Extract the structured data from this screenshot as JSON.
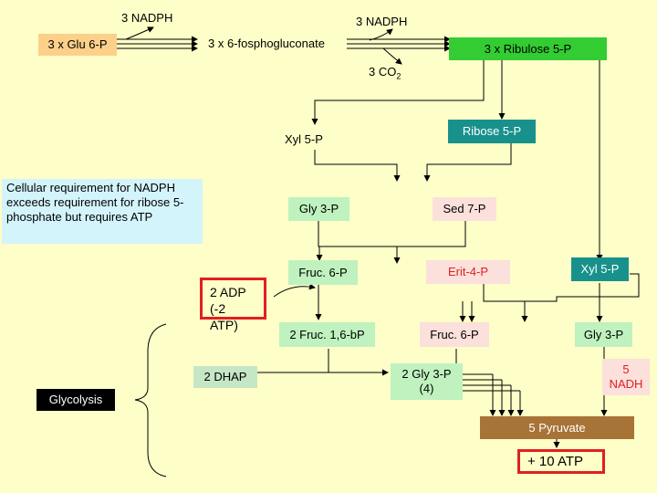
{
  "top": {
    "nadph_left": "3 NADPH",
    "nadph_right": "3 NADPH",
    "glu6p": "3 x Glu 6-P",
    "phosphogluconate": "3 x 6-fosphogluconate",
    "ribulose": "3 x Ribulose  5-P",
    "co2": "3 CO",
    "co2_sub": "2"
  },
  "middle": {
    "xyl5p_left": "Xyl  5-P",
    "ribose5p": "Ribose  5-P",
    "gly3p_left": "Gly 3-P",
    "sed7p": "Sed 7-P",
    "fruc6p_left": "Fruc. 6-P",
    "erit4p": "Erit-4-P",
    "xyl5p_right": "Xyl  5-P",
    "fruc16bp": "2 Fruc. 1,6-bP",
    "fruc6p_right": "Fruc. 6-P",
    "gly3p_right": "Gly 3-P"
  },
  "note": "Cellular requirement for NADPH exceeds requirement for ribose 5-phosphate but requires ATP",
  "adp": {
    "line1": "2 ADP",
    "line2": "(-2 ATP)"
  },
  "bottom": {
    "dhap": "2 DHAP",
    "glycolysis": "Glycolysis",
    "gly3p_center_line1": "2 Gly 3-P",
    "gly3p_center_line2": "(4)",
    "nadh_line1": "5",
    "nadh_line2": "NADH",
    "pyruvate": "5  Pyruvate",
    "atp": "+ 10 ATP"
  },
  "colors": {
    "background": "#fefec8",
    "red_text": "#e02020",
    "teal": "#18918c",
    "green": "#33cc33",
    "brown": "#a87337"
  }
}
